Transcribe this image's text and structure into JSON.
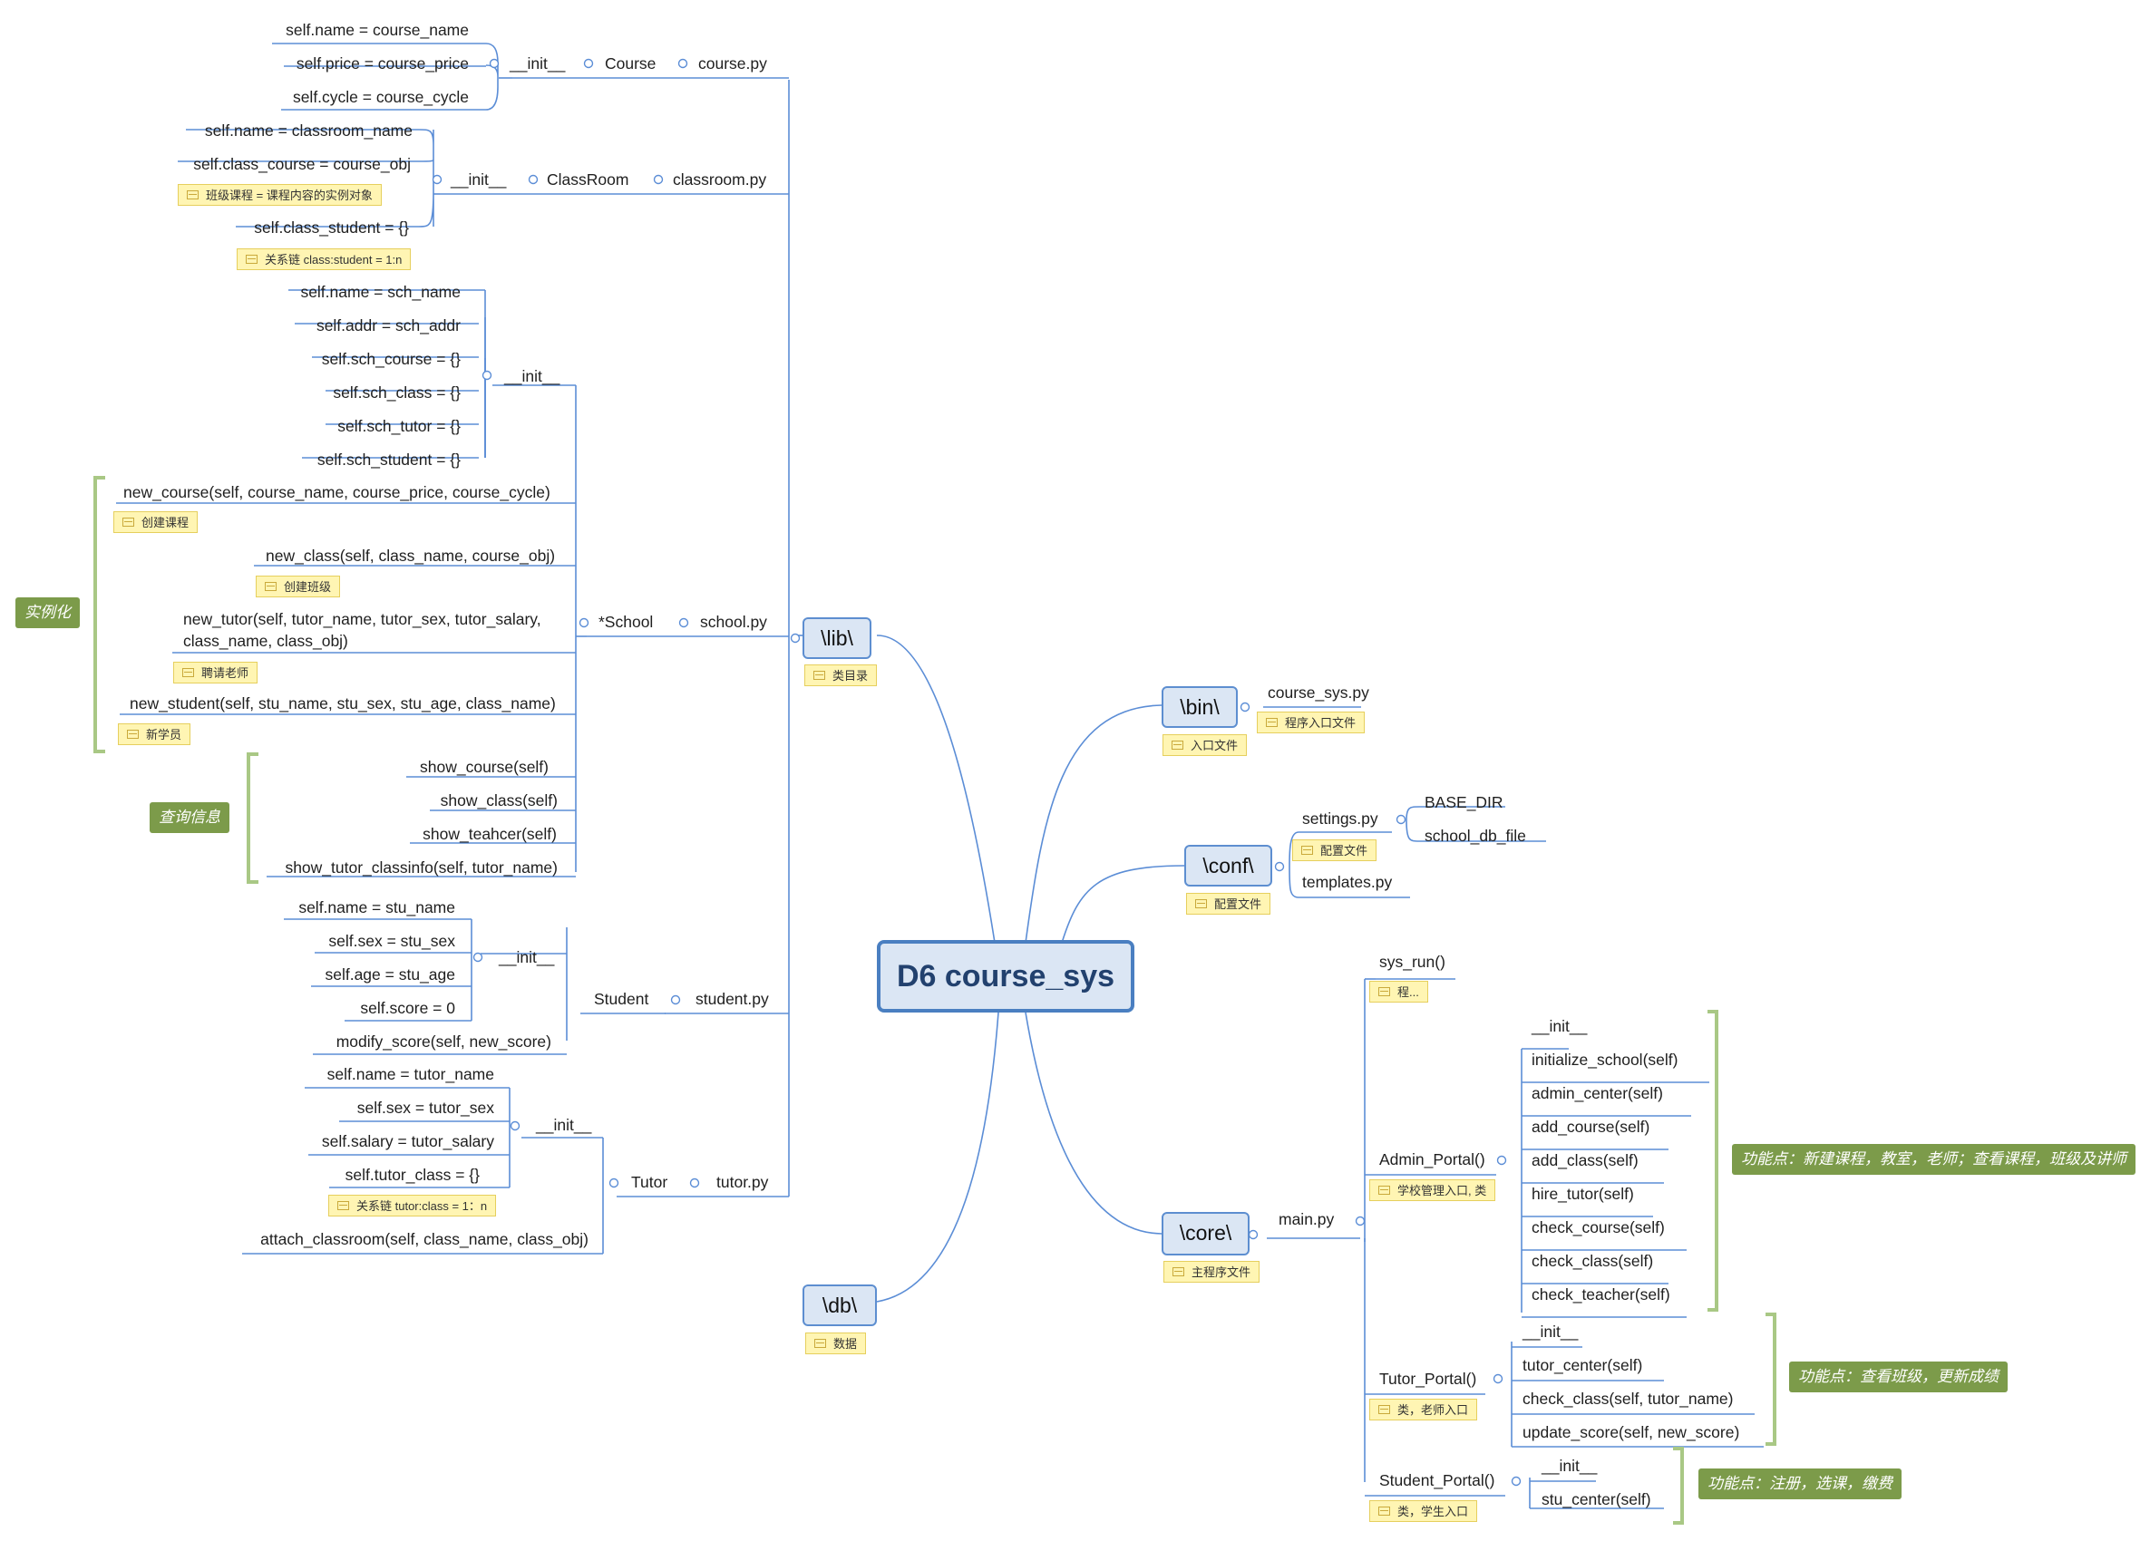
{
  "central": "D6 course_sys",
  "lib": {
    "label": "\\lib\\",
    "note": "类目录",
    "course": {
      "file": "course.py",
      "cls": "Course",
      "init": "__init__",
      "attrs": [
        "self.name = course_name",
        "self.price = course_price",
        "self.cycle = course_cycle"
      ]
    },
    "classroom": {
      "file": "classroom.py",
      "cls": "ClassRoom",
      "init": "__init__",
      "attrs": [
        "self.name = classroom_name",
        "self.class_course = course_obj",
        "self.class_student = {}"
      ],
      "notes": [
        "班级课程 = 课程内容的实例对象",
        "关系链  class:student = 1:n"
      ]
    },
    "school": {
      "file": "school.py",
      "cls": "*School",
      "init": "__init__",
      "attrs": [
        "self.name = sch_name",
        "self.addr = sch_addr",
        "self.sch_course = {}",
        "self.sch_class = {}",
        "self.sch_tutor = {}",
        "self.sch_student = {}"
      ],
      "methods": [
        "new_course(self, course_name, course_price, course_cycle)",
        "new_class(self, class_name, course_obj)",
        "new_tutor(self, tutor_name, tutor_sex, tutor_salary,\nclass_name, class_obj)",
        "new_student(self, stu_name, stu_sex, stu_age, class_name)",
        "show_course(self)",
        "show_class(self)",
        "show_teahcer(self)",
        "show_tutor_classinfo(self, tutor_name)"
      ],
      "method_notes": [
        "创建课程",
        "创建班级",
        "聘请老师",
        "新学员"
      ],
      "tags": [
        "实例化",
        "查询信息"
      ]
    },
    "student": {
      "file": "student.py",
      "cls": "Student",
      "init": "__init__",
      "attrs": [
        "self.name = stu_name",
        "self.sex = stu_sex",
        "self.age = stu_age",
        "self.score = 0"
      ],
      "method": "modify_score(self, new_score)"
    },
    "tutor": {
      "file": "tutor.py",
      "cls": "Tutor",
      "init": "__init__",
      "attrs": [
        "self.name = tutor_name",
        "self.sex = tutor_sex",
        "self.salary = tutor_salary",
        "self.tutor_class = {}"
      ],
      "attr_note": "关系链 tutor:class = 1：n",
      "method": "attach_classroom(self, class_name, class_obj)"
    }
  },
  "db": {
    "label": "\\db\\",
    "note": "数据"
  },
  "bin": {
    "label": "\\bin\\",
    "note": "入口文件",
    "file": "course_sys.py",
    "file_note": "程序入口文件"
  },
  "conf": {
    "label": "\\conf\\",
    "note": "配置文件",
    "settings": "settings.py",
    "settings_note": "配置文件",
    "settings_items": [
      "BASE_DIR",
      "school_db_file"
    ],
    "templates": "templates.py"
  },
  "core": {
    "label": "\\core\\",
    "note": "主程序文件",
    "file": "main.py",
    "sys_run": "sys_run()",
    "sys_run_note": "程...",
    "admin": {
      "label": "Admin_Portal()",
      "note": "学校管理入口, 类",
      "methods": [
        "__init__",
        "initialize_school(self)",
        "admin_center(self)",
        "add_course(self)",
        "add_class(self)",
        "hire_tutor(self)",
        "check_course(self)",
        "check_class(self)",
        "check_teacher(self)"
      ],
      "tag": "功能点：新建课程，教室，老师；查看课程，班级及讲师"
    },
    "tutor": {
      "label": "Tutor_Portal()",
      "note": "类，老师入口",
      "methods": [
        "__init__",
        "tutor_center(self)",
        "check_class(self, tutor_name)",
        "update_score(self, new_score)"
      ],
      "tag": "功能点：查看班级，更新成绩"
    },
    "student": {
      "label": "Student_Portal()",
      "note": "类，学生入口",
      "methods": [
        "__init__",
        "stu_center(self)"
      ],
      "tag": "功能点：注册，选课，缴费"
    }
  }
}
